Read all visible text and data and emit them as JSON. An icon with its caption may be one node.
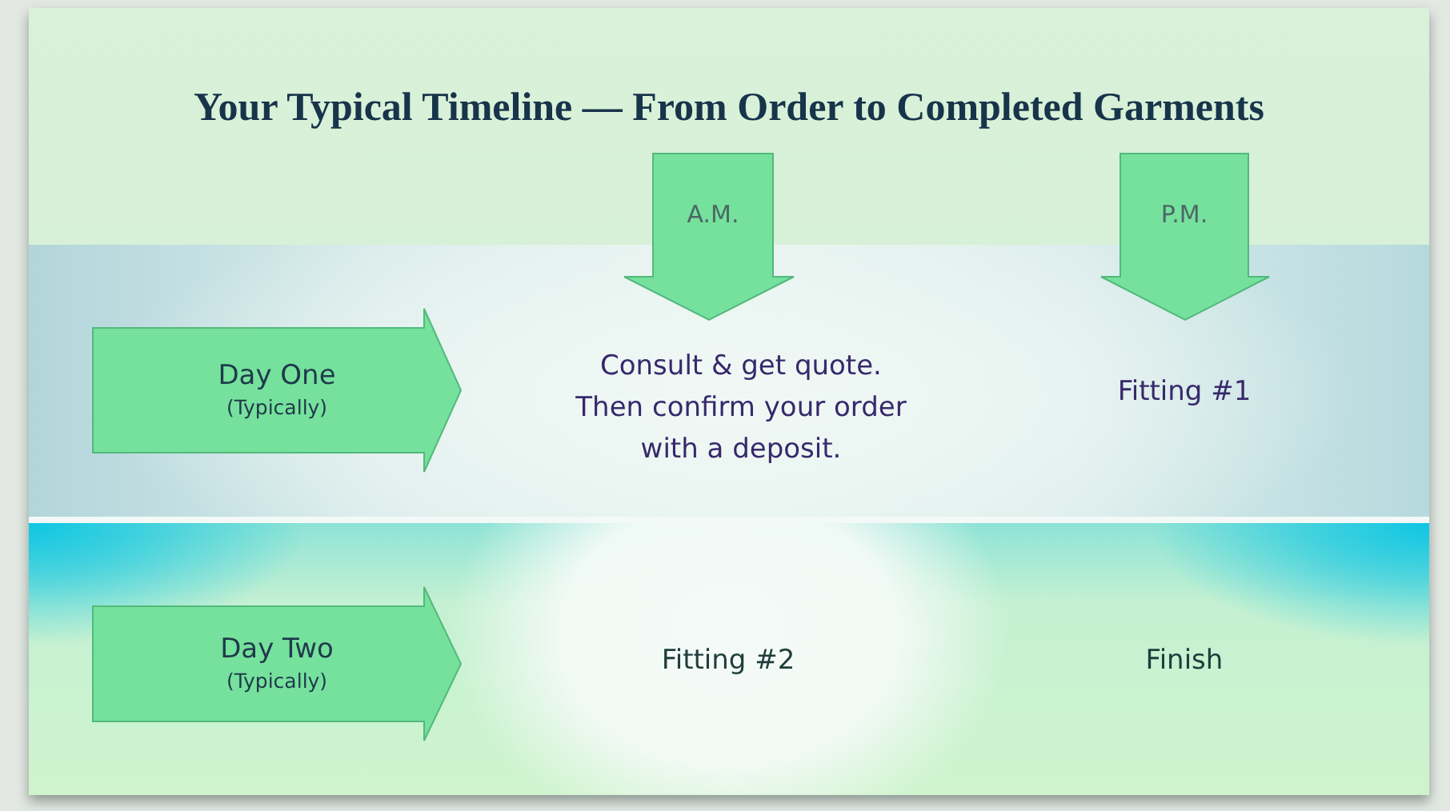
{
  "diagram": {
    "title": "Your Typical Timeline — From Order to Completed Garments",
    "nodes": [
      {
        "text": [
          "A.M."
        ]
      },
      {
        "text": [
          "P.M."
        ]
      },
      {
        "text": [
          "Consult & get quote. Then confirm your order with a deposit.",
          "Fitting #1"
        ]
      },
      {
        "text": [
          "Day One",
          "(Typically)"
        ],
        "in": 2
      },
      {
        "text": [
          "Fitting #2",
          "Finish"
        ]
      },
      {
        "text": [
          "Day Two",
          "(Typically)"
        ],
        "in": 4
      }
    ]
  }
}
